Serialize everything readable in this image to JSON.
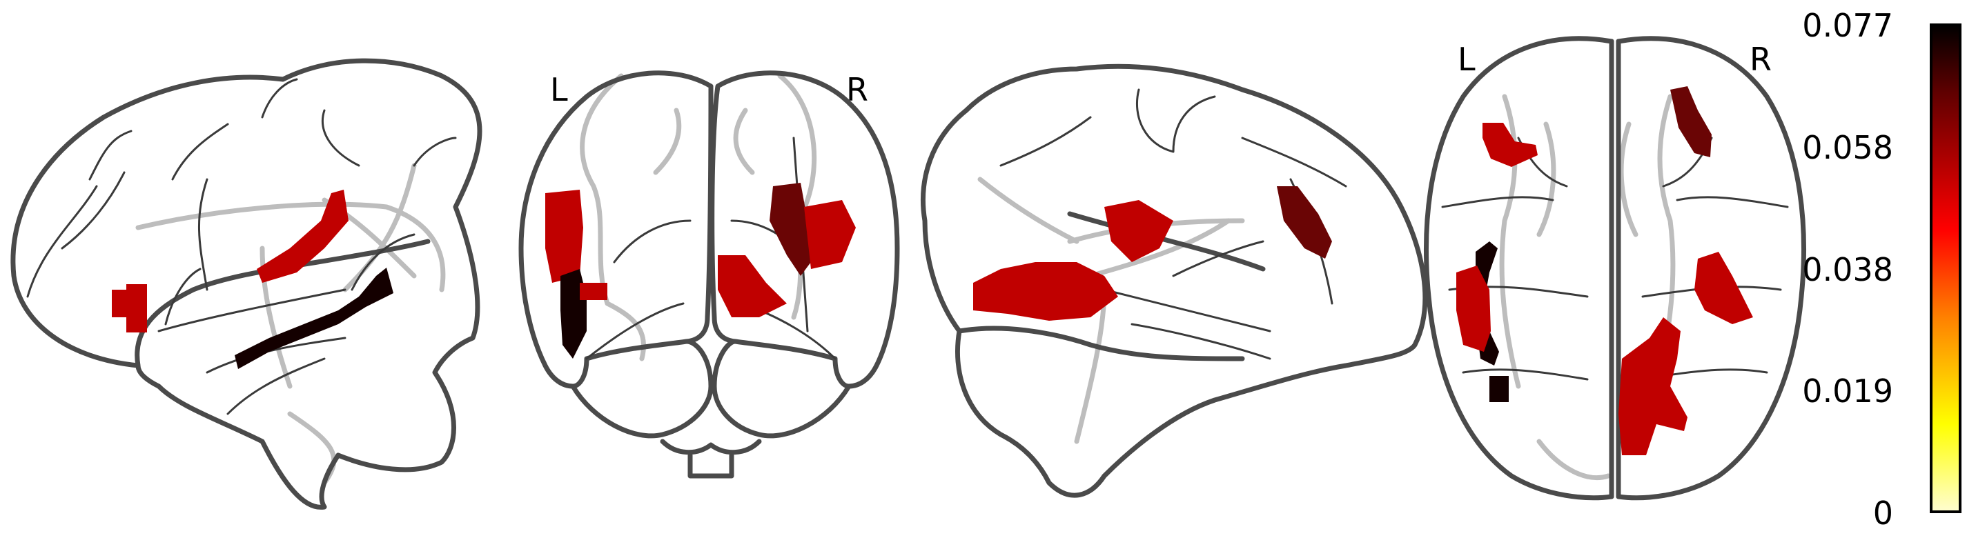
{
  "views": {
    "coronal": {
      "left_label": "L",
      "right_label": "R"
    },
    "axial": {
      "left_label": "L",
      "right_label": "R"
    }
  },
  "colorbar": {
    "colormap": "cold_hot",
    "min": 0,
    "max": 0.077,
    "ticks": [
      "0.077",
      "0.058",
      "0.038",
      "0.019",
      "0"
    ],
    "colors": [
      "#fffdd0",
      "#ffff00",
      "#ff8000",
      "#ff0000",
      "#b00000",
      "#600000",
      "#000000"
    ]
  }
}
